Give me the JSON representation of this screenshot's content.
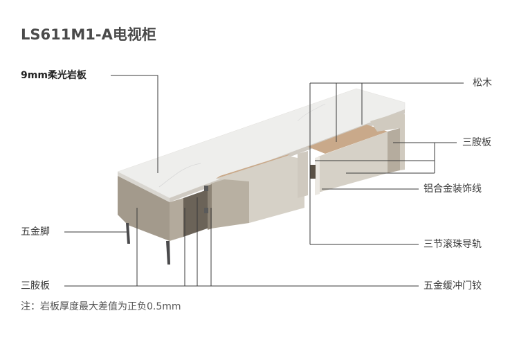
{
  "title": "LS611M1-A电视柜",
  "labels": {
    "top_slab": "9mm柔光岩板",
    "pine": "松木",
    "melamine_right": "三胺板",
    "aluminum_trim": "铝合金装饰线",
    "metal_leg": "五金脚",
    "drawer_rail": "三节滚珠导轨",
    "melamine_left": "三胺板",
    "door_hinge": "五金缓冲门铰"
  },
  "note": "注：岩板厚度最大差值为正负0.5mm",
  "colors": {
    "background": "#ffffff",
    "leader_line": "#3a3a3a",
    "slab_top": "#eeeeec",
    "slab_edge": "#d9d6d0",
    "body_taupe": "#a39a8c",
    "door_cream": "#d6d1c7",
    "interior_wood": "#c9a98a",
    "leg_dark": "#4a4a4c"
  }
}
